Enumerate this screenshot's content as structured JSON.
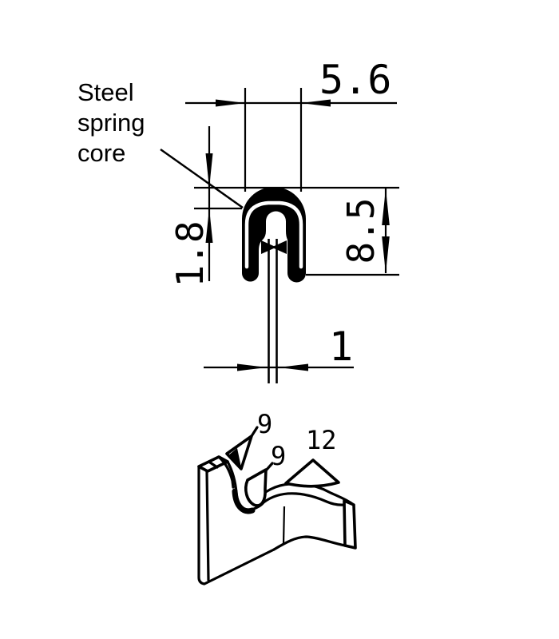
{
  "drawing": {
    "title_label": {
      "text": "Steel spring core",
      "lines": [
        "Steel",
        "spring",
        "core"
      ]
    },
    "dimensions": {
      "profile_width": "5.6",
      "profile_height": "8.5",
      "core_top_offset": "1.8",
      "flange_thickness": "1"
    },
    "iso_view": {
      "tab_labels": [
        "9",
        "9",
        "12"
      ]
    },
    "colors": {
      "ink": "#000000",
      "background": "#ffffff"
    }
  }
}
